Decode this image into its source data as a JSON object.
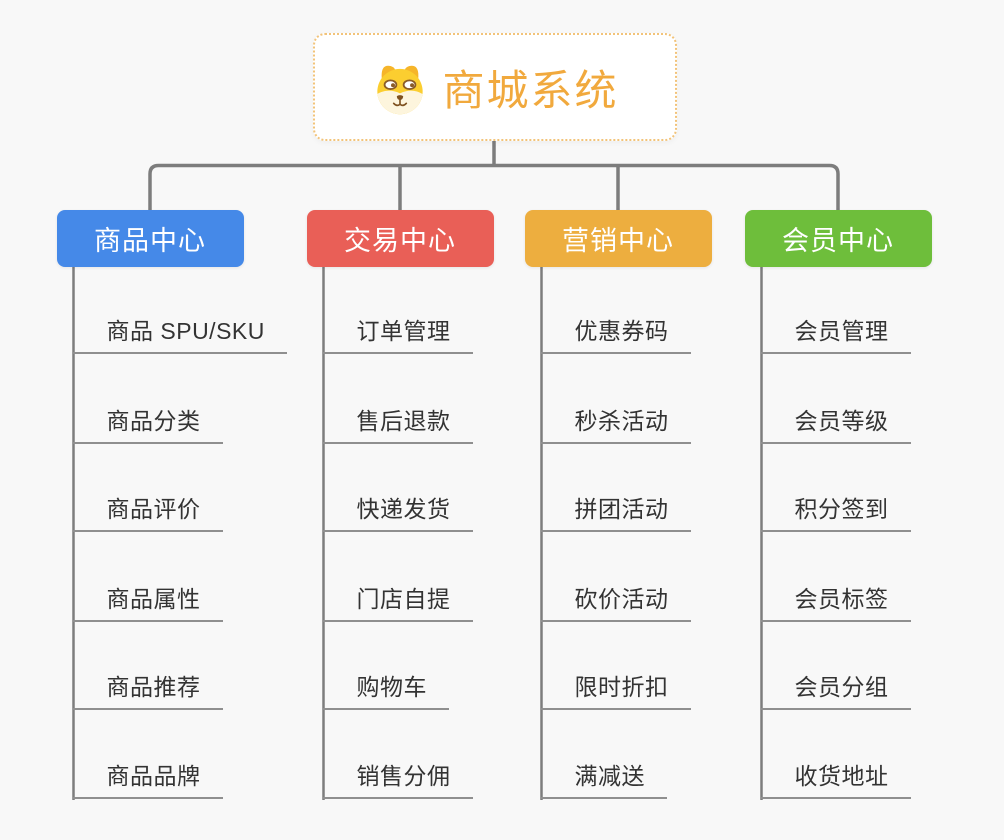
{
  "app": {
    "background_color": "#f8f8f8",
    "connector_color": "#7d7d7d",
    "underline_color": "#8f8f8f",
    "item_text_color": "#333333"
  },
  "root": {
    "label": "商城系统",
    "icon": "dog-face-icon",
    "text_color": "#f1a93d",
    "border_color": "#f2c379",
    "background_color": "#ffffff"
  },
  "branches": [
    {
      "label": "商品中心",
      "color": "#4589e8",
      "items": [
        "商品 SPU/SKU",
        "商品分类",
        "商品评价",
        "商品属性",
        "商品推荐",
        "商品品牌"
      ]
    },
    {
      "label": "交易中心",
      "color": "#e95f57",
      "items": [
        "订单管理",
        "售后退款",
        "快递发货",
        "门店自提",
        "购物车",
        "销售分佣"
      ]
    },
    {
      "label": "营销中心",
      "color": "#edae3f",
      "items": [
        "优惠券码",
        "秒杀活动",
        "拼团活动",
        "砍价活动",
        "限时折扣",
        "满减送"
      ]
    },
    {
      "label": "会员中心",
      "color": "#6ebe3b",
      "items": [
        "会员管理",
        "会员等级",
        "积分签到",
        "会员标签",
        "会员分组",
        "收货地址"
      ]
    }
  ]
}
